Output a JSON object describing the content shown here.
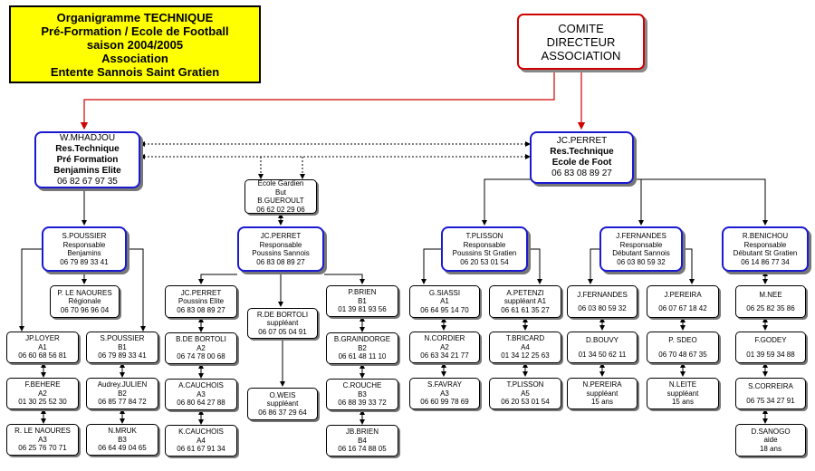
{
  "title": [
    "Organigramme TECHNIQUE",
    "Pré-Formation / Ecole de Football",
    "saison 2004/2005",
    "Association",
    "Entente Sannois Saint Gratien"
  ],
  "comite": [
    "COMITE",
    "DIRECTEUR",
    "ASSOCIATION"
  ],
  "mhadjou": {
    "name": "W.MHADJOU",
    "role1": "Res.Technique",
    "role2": "Pré Formation",
    "role3": "Benjamins Elite",
    "phone": "06 82 67 97 35"
  },
  "jcperret_top": {
    "name": "JC.PERRET",
    "role1": "Res.Technique",
    "role2": "Ecole de Foot",
    "phone": "06 83 08 89 27"
  },
  "gardien": {
    "l1": "Ecole Gardien",
    "l2": "But",
    "name": "B.GUEROULT",
    "phone": "06 62 02 29 06"
  },
  "spoussier_resp": {
    "name": "S.POUSSIER",
    "role": "Responsable",
    "cat": "Benjamins",
    "phone": "06 79 89 33 41"
  },
  "naoures_reg": {
    "name": "P. LE NAOURES",
    "role": "Régionale",
    "phone": "06 70 96 96 04"
  },
  "loyer": {
    "name": "JP.LOYER",
    "cat": "A1",
    "phone": "06 60 68 56 81"
  },
  "spoussier_b1": {
    "name": "S.POUSSIER",
    "cat": "B1",
    "phone": "06 79 89 33 41"
  },
  "behere": {
    "name": "F.BEHERE",
    "cat": "A2",
    "phone": "01 30 25 52 30"
  },
  "julien": {
    "name": "Audrey.JULIEN",
    "cat": "B2",
    "phone": "06 85 77 84 72"
  },
  "rnaoures": {
    "name": "R. LE NAOURES",
    "cat": "A3",
    "phone": "06 25 76 70 71"
  },
  "mruk": {
    "name": "N.MRUK",
    "cat": "B3",
    "phone": "06 64 49 04 65"
  },
  "jcperret_pous": {
    "name": "JC.PERRET",
    "role": "Responsable",
    "cat": "Poussins Sannois",
    "phone": "06 83 08 89 27"
  },
  "jcperret_elite": {
    "name": "JC.PERRET",
    "cat": "Poussins Elite",
    "phone": "06 83 08 89 27"
  },
  "debortoli_a2": {
    "name": "B.DE BORTOLI",
    "cat": "A2",
    "phone": "06 74 78 00 68"
  },
  "acauchois": {
    "name": "A.CAUCHOIS",
    "cat": "A3",
    "phone": "06 80 64 27 88"
  },
  "kcauchois": {
    "name": "K.CAUCHOIS",
    "cat": "A4",
    "phone": "06 61 67 91 34"
  },
  "rdebortoli": {
    "name": "R.DE BORTOLI",
    "role": "suppléant",
    "phone": "06 07 05 04 91"
  },
  "oweis": {
    "name": "O.WEIS",
    "role": "suppléant",
    "phone": "06 86 37 29 64"
  },
  "pbrien": {
    "name": "P.BRIEN",
    "cat": "B1",
    "phone": "01 39 81 93 56"
  },
  "graindorge": {
    "name": "B.GRAINDORGE",
    "cat": "B2",
    "phone": "06 61 48 11 10"
  },
  "rouche": {
    "name": "C.ROUCHE",
    "cat": "B3",
    "phone": "06 88 39 33 72"
  },
  "jbbrien": {
    "name": "JB.BRIEN",
    "cat": "B4",
    "phone": "06 16 74 88 05"
  },
  "tplisson_resp": {
    "name": "T.PLISSON",
    "role": "Responsable",
    "cat": "Poussins St Gratien",
    "phone": "06 20 53 01 54"
  },
  "siassi": {
    "name": "G.SIASSI",
    "cat": "A1",
    "phone": "06 64 95 14 70"
  },
  "petenzi": {
    "name": "A.PETENZI",
    "role": "suppléant A1",
    "phone": "06 61 61 35 27"
  },
  "cordier": {
    "name": "N.CORDIER",
    "cat": "A2",
    "phone": "06 63 34 21 77"
  },
  "bricard": {
    "name": "T.BRICARD",
    "cat": "A4",
    "phone": "01 34 12 25 63"
  },
  "favray": {
    "name": "S.FAVRAY",
    "cat": "A3",
    "phone": "06 60 99 78 69"
  },
  "tplisson_a5": {
    "name": "T.PLISSON",
    "cat": "A5",
    "phone": "06 20 53 01 54"
  },
  "fernandes_resp": {
    "name": "J.FERNANDES",
    "role": "Responsable",
    "cat": "Débutant Sannois",
    "phone": "06 03 80 59 32"
  },
  "fernandes": {
    "name": "J.FERNANDES",
    "phone": "06 03 80 59 32"
  },
  "pereira": {
    "name": "J.PEREIRA",
    "phone": "06 07 67 18 42"
  },
  "bouvy": {
    "name": "D.BOUVY",
    "phone": "01 34 50 62 11"
  },
  "sdeo": {
    "name": "P. SDEO",
    "phone": "06 70 48 67 35"
  },
  "npereira": {
    "name": "N.PEREIRA",
    "role": "suppléant",
    "age": "15 ans"
  },
  "nleite": {
    "name": "N.LEITE",
    "role": "suppléant",
    "age": "15 ans"
  },
  "benichou_resp": {
    "name": "R.BENICHOU",
    "role": "Responsable",
    "cat": "Débutant St Gratien",
    "phone": "06 14 86 77 34"
  },
  "mnee": {
    "name": "M.NEE",
    "phone": "06 25 82 35 86"
  },
  "godey": {
    "name": "F.GODEY",
    "phone": "01 39 59 34 88"
  },
  "correira": {
    "name": "S.CORREIRA",
    "phone": "06 75 34 27 91"
  },
  "sanogo": {
    "name": "D.SANOGO",
    "role": "aide",
    "age": "18 ans"
  }
}
